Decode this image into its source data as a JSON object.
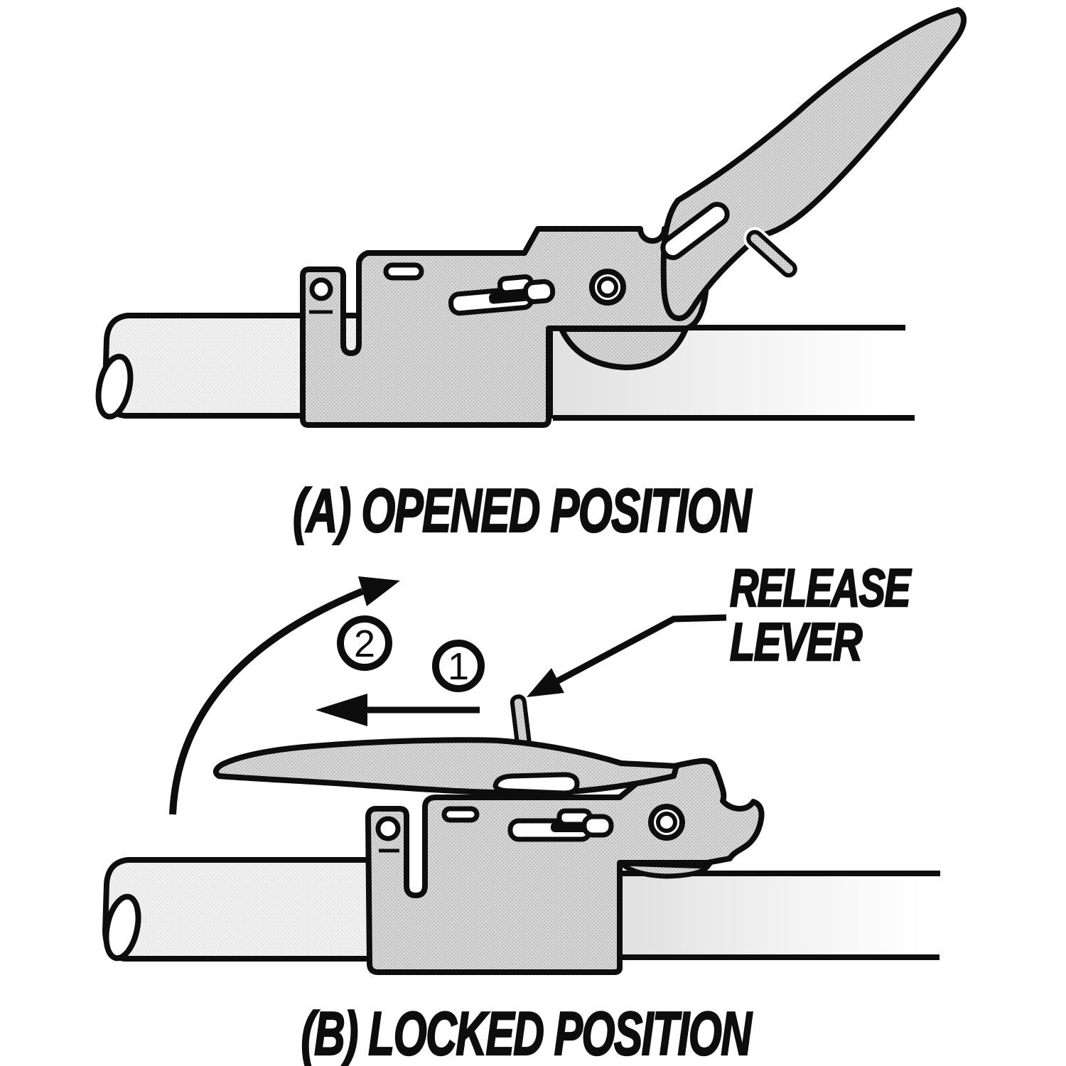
{
  "diagram": {
    "title_semantic": "cam-lock latch mechanism, opened and locked positions",
    "colors": {
      "ink": "#0d0d0d",
      "metal_gray": "#cfcfcf",
      "tube_gray": "#ececec",
      "background": "#ffffff"
    },
    "figure_a": {
      "caption": "(A) OPENED POSITION"
    },
    "figure_b": {
      "caption": "(B) LOCKED POSITION",
      "release_lever_label_line1": "RELEASE",
      "release_lever_label_line2": "LEVER",
      "step_1": "1",
      "step_2": "2"
    }
  }
}
